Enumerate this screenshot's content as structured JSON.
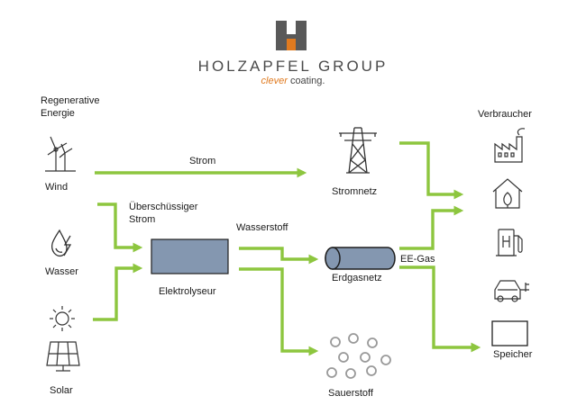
{
  "brand": {
    "name": "HOLZAPFEL GROUP",
    "tagline_accent": "clever",
    "tagline_rest": "coating."
  },
  "labels": {
    "regenerative_line1": "Regenerative",
    "regenerative_line2": "Energie",
    "wind": "Wind",
    "wasser": "Wasser",
    "solar": "Solar",
    "strom": "Strom",
    "surplus_line1": "Überschüssiger",
    "surplus_line2": "Strom",
    "wasserstoff": "Wasserstoff",
    "elektrolyseur": "Elektrolyseur",
    "stromnetz": "Stromnetz",
    "erdgasnetz": "Erdgasnetz",
    "ee_gas": "EE-Gas",
    "sauerstoff": "Sauerstoff",
    "verbraucher": "Verbraucher",
    "speicher": "Speicher"
  },
  "colors": {
    "arrow": "#8dc63f",
    "electrolyser_fill": "#8497b0",
    "logo_dark": "#595959",
    "logo_accent": "#e07a1f"
  }
}
